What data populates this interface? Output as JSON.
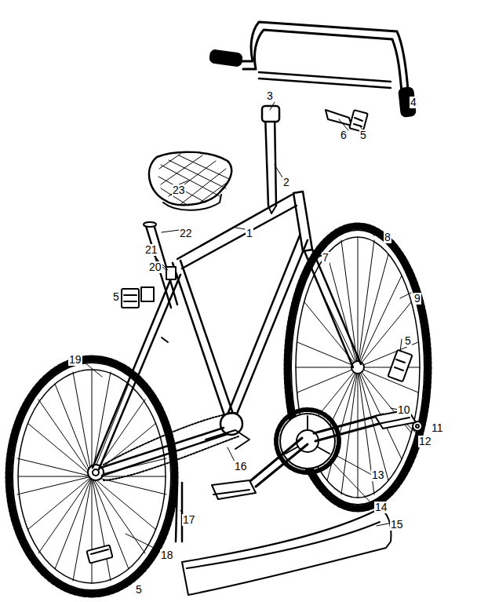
{
  "diagram": {
    "labels": [
      "3",
      "4",
      "6",
      "5",
      "2",
      "23",
      "1",
      "22",
      "8",
      "21",
      "7",
      "20",
      "5",
      "9",
      "5",
      "19",
      "10",
      "11",
      "12",
      "16",
      "13",
      "14",
      "17",
      "15",
      "18",
      "5"
    ]
  }
}
